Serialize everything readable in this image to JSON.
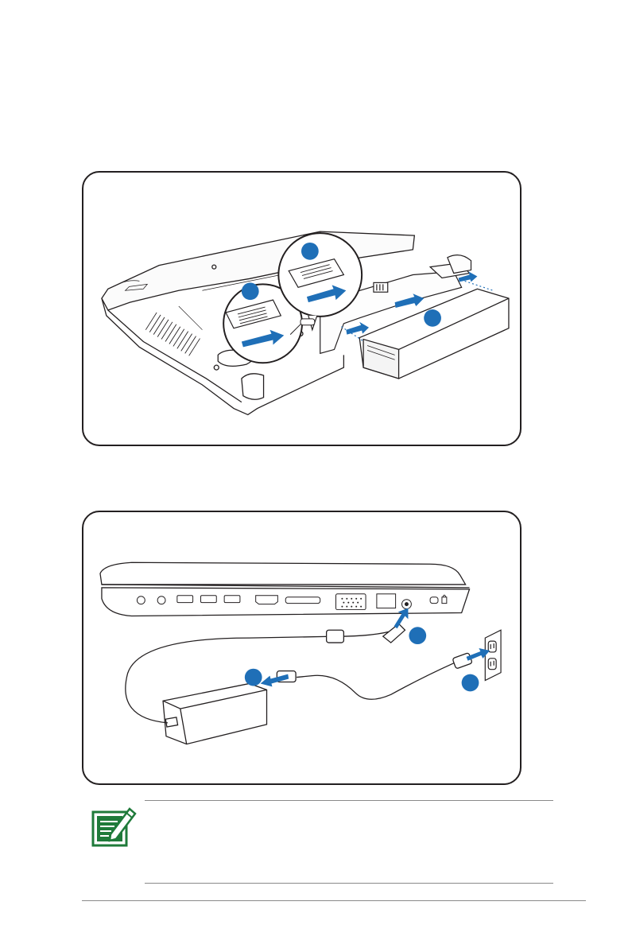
{
  "figures": {
    "battery_installation": {
      "steps": [
        {
          "marker": "step-1"
        },
        {
          "marker": "step-2"
        },
        {
          "marker": "step-3"
        }
      ]
    },
    "power_connection": {
      "steps": [
        {
          "marker": "step-1"
        },
        {
          "marker": "step-2"
        },
        {
          "marker": "step-3"
        }
      ]
    }
  },
  "note": {
    "icon": "note-pencil-icon",
    "icon_color": "#1f7a3a"
  },
  "colors": {
    "accent_blue": "#1f6fb7",
    "outline": "#231f20"
  }
}
